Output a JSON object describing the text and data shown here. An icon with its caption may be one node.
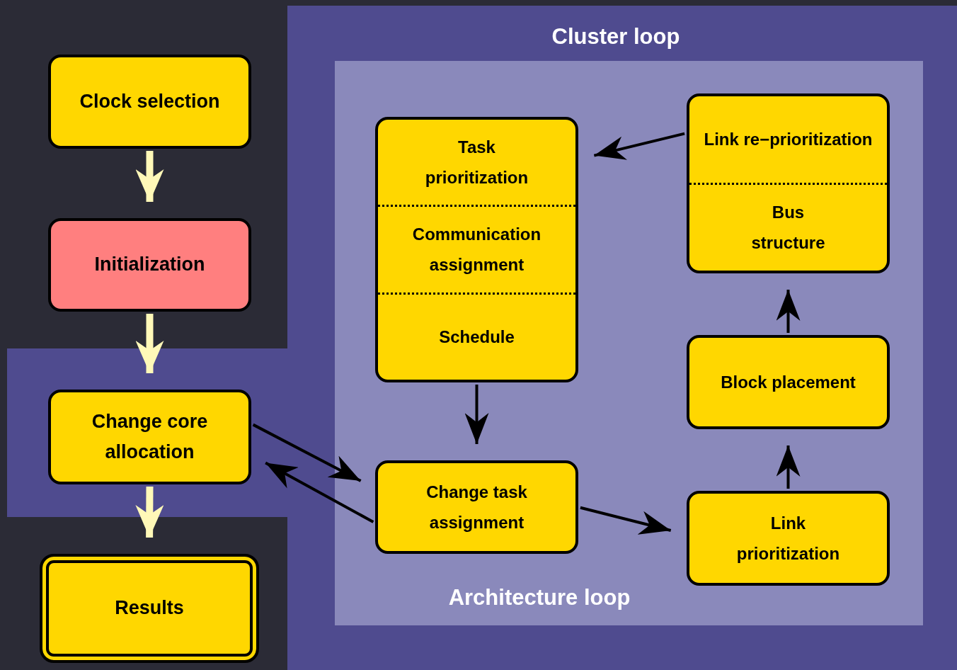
{
  "diagram": {
    "nodes": [
      {
        "text": [
          "Cluster loop"
        ]
      },
      {
        "text": [
          "Clock selection"
        ]
      },
      {
        "text": [
          "Initialization"
        ]
      },
      {
        "text": [
          "Architecture loop"
        ],
        "in": 0
      },
      {
        "text": [
          "Task prioritization",
          "Communication assignment",
          "Schedule"
        ],
        "in": 3
      },
      {
        "text": [
          "Link re−prioritization",
          "Bus structure"
        ],
        "in": 3
      },
      {
        "text": [
          "Block placement"
        ],
        "in": 3
      },
      {
        "text": [
          "Change core allocation"
        ],
        "in": 0
      },
      {
        "text": [
          "Change task assignment"
        ],
        "in": 3
      },
      {
        "text": [
          "Link prioritization"
        ],
        "in": 3
      },
      {
        "text": [
          "Results"
        ]
      }
    ],
    "edges": [
      {
        "from": 1,
        "to": 2,
        "arrow": "to",
        "style": "thick",
        "color": "#fff8b8"
      },
      {
        "from": 2,
        "to": 7,
        "arrow": "to",
        "style": "thick",
        "color": "#fff8b8"
      },
      {
        "from": 7,
        "to": 10,
        "arrow": "to",
        "style": "thick",
        "color": "#fff8b8"
      },
      {
        "from": 7,
        "to": 8,
        "arrow": "to"
      },
      {
        "from": 8,
        "to": 7,
        "arrow": "to"
      },
      {
        "from": 4,
        "to": 8,
        "arrow": "to"
      },
      {
        "from": 8,
        "to": 9,
        "arrow": "to"
      },
      {
        "from": 9,
        "to": 6,
        "arrow": "to"
      },
      {
        "from": 6,
        "to": 5,
        "arrow": "to"
      },
      {
        "from": 5,
        "to": 4,
        "arrow": "to"
      }
    ]
  }
}
